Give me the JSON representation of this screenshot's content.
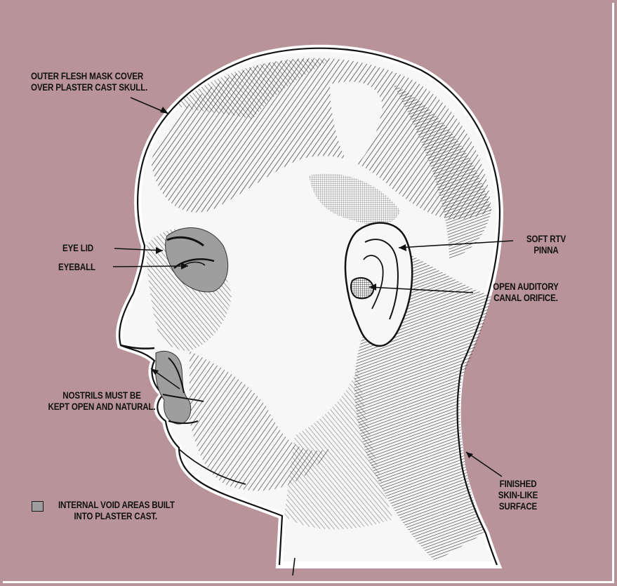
{
  "labels": {
    "outer_flesh": [
      "OUTER FLESH MASK COVER",
      "OVER PLASTER CAST SKULL."
    ],
    "eye_lid": "EYE LID",
    "eyeball": "EYEBALL",
    "nostrils": [
      "NOSTRILS MUST BE",
      "KEPT OPEN AND NATURAL."
    ],
    "pinna": [
      "SOFT RTV",
      "PINNA"
    ],
    "canal": [
      "OPEN AUDITORY",
      "CANAL ORIFICE."
    ],
    "skin": [
      "FINISHED",
      "SKIN-LIKE",
      "SURFACE"
    ]
  },
  "legend": {
    "text": [
      "INTERNAL VOID AREAS BUILT",
      "INTO PLASTER CAST."
    ],
    "swatch_color": "#9e9e9e"
  },
  "colors": {
    "background": "#b8939a",
    "head_fill": "#f7f7f7",
    "void_gray": "#9e9e9e",
    "ink": "#111111"
  }
}
